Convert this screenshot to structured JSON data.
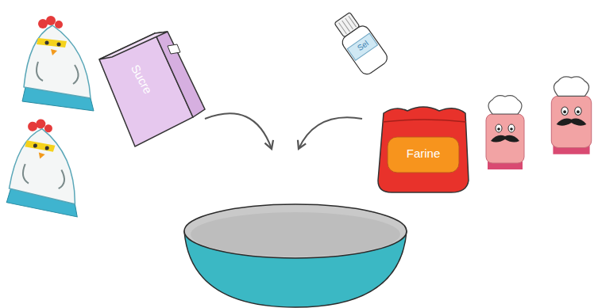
{
  "diagram": {
    "nodes": [
      {
        "text": [
          "Sucre"
        ]
      },
      {
        "text": [
          "Sel"
        ]
      },
      {
        "text": [
          "Farine"
        ]
      }
    ]
  }
}
